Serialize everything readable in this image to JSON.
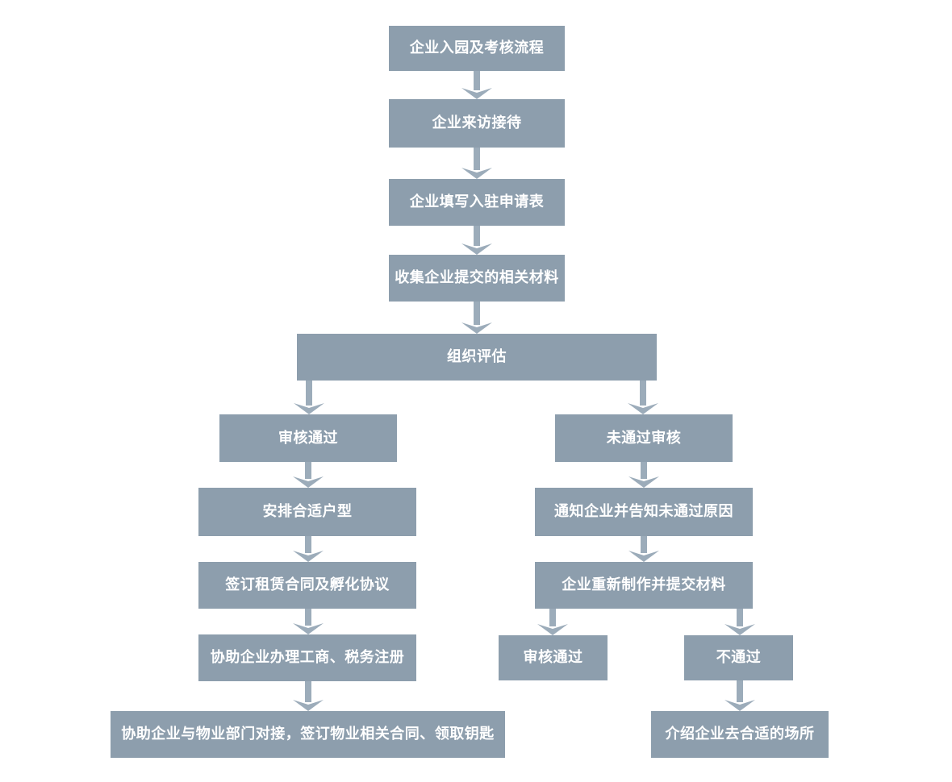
{
  "title": "企业入园及考核流程",
  "colors": {
    "node_fill": "#8d9ead",
    "arrow_fill": "#9cacba",
    "text": "#ffffff",
    "background": "#ffffff"
  },
  "flowchart": {
    "nodes": {
      "start": {
        "label": "企业入园及考核流程"
      },
      "visit": {
        "label": "企业来访接待"
      },
      "form": {
        "label": "企业填写入驻申请表"
      },
      "collect": {
        "label": "收集企业提交的相关材料"
      },
      "evaluation": {
        "label": "组织评估"
      },
      "approved": {
        "label": "审核通过"
      },
      "arrange_unit": {
        "label": "安排合适户型"
      },
      "sign_contract": {
        "label": "签订租赁合同及孵化协议"
      },
      "assist_reg": {
        "label": "协助企业办理工商、税务注册"
      },
      "property": {
        "label": "协助企业与物业部门对接，签订物业相关合同、领取钥匙"
      },
      "not_approved": {
        "label": "未通过审核"
      },
      "notify_reason": {
        "label": "通知企业并告知未通过原因"
      },
      "resubmit": {
        "label": "企业重新制作并提交材料"
      },
      "recheck_ok": {
        "label": "审核通过"
      },
      "recheck_fail": {
        "label": "不通过"
      },
      "refer_elsewhere": {
        "label": "介绍企业去合适的场所"
      }
    }
  }
}
